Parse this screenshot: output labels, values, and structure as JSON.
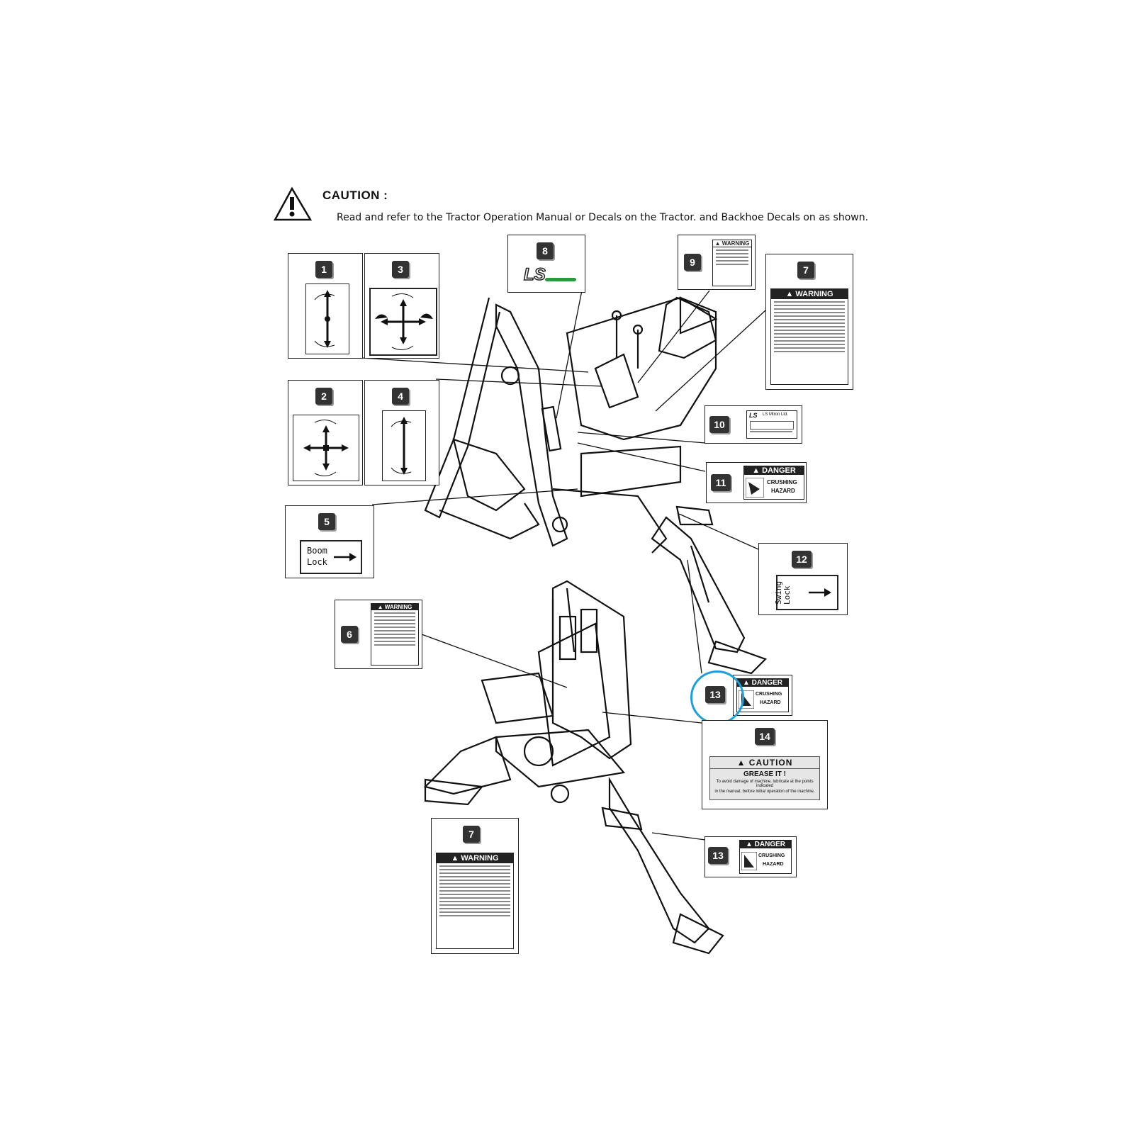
{
  "header": {
    "title": "CAUTION :",
    "text": "Read and refer to the Tractor Operation Manual or Decals on the Tractor. and Backhoe Decals on as shown."
  },
  "callouts": [
    {
      "id": "1",
      "label": "1"
    },
    {
      "id": "2",
      "label": "2"
    },
    {
      "id": "3",
      "label": "3"
    },
    {
      "id": "4",
      "label": "4"
    },
    {
      "id": "5",
      "label": "5",
      "text_line1": "Boom",
      "text_line2": "Lock"
    },
    {
      "id": "6",
      "label": "6",
      "head": "WARNING"
    },
    {
      "id": "7a",
      "label": "7",
      "head": "WARNING"
    },
    {
      "id": "7b",
      "label": "7",
      "head": "WARNING"
    },
    {
      "id": "8",
      "label": "8",
      "logo": "LS"
    },
    {
      "id": "9",
      "label": "9",
      "head": "WARNING"
    },
    {
      "id": "10",
      "label": "10",
      "logo": "LS",
      "company": "LS Mtron Ltd."
    },
    {
      "id": "11",
      "label": "11",
      "head": "DANGER",
      "line1": "CRUSHING",
      "line2": "HAZARD"
    },
    {
      "id": "12",
      "label": "12",
      "text_line1": "Swing",
      "text_line2": "Lock"
    },
    {
      "id": "13a",
      "label": "13",
      "head": "DANGER",
      "line1": "CRUSHING",
      "line2": "HAZARD"
    },
    {
      "id": "13b",
      "label": "13",
      "head": "DANGER",
      "line1": "CRUSHING",
      "line2": "HAZARD"
    },
    {
      "id": "14",
      "label": "14",
      "head": "CAUTION",
      "sub": "GREASE IT !",
      "line1": "To avoid damage of machine, lubricate at the points indicated",
      "line2": "in the manual, before initial operation of the machine."
    }
  ],
  "highlight": {
    "target": "13a",
    "color": "#1aa0dc"
  }
}
